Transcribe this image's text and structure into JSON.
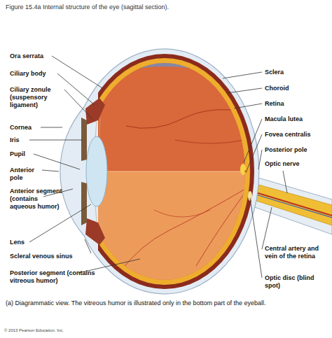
{
  "diagram": {
    "title": "Figure 15.4a Internal structure of the eye (sagittal section).",
    "caption": "(a) Diagrammatic view. The vitreous humor is illustrated only in the bottom part of the eyeball.",
    "labels": [
      "Ora serrata",
      "Ciliary body",
      "Ciliary zonule (suspensory ligament)",
      "Cornea",
      "Iris",
      "Pupil",
      "Anterior pole",
      "Anterior segment (contains aqueous humor)",
      "Lens",
      "Scleral venous sinus",
      "Posterior segment (contains vitreous humor)",
      "Sclera",
      "Choroid",
      "Retina",
      "Macula lutea",
      "Fovea centralis",
      "Posterior pole",
      "Optic nerve",
      "Central artery and vein of the retina",
      "Optic disc (blind spot)",
      "© 2013 Pearson Education, Inc."
    ]
  }
}
